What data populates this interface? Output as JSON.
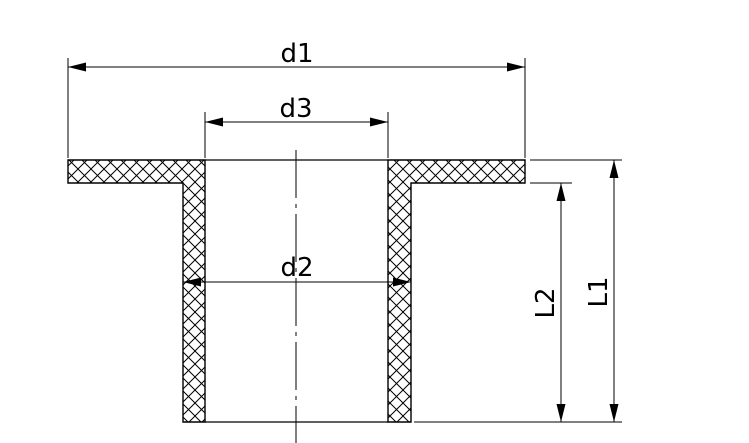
{
  "labels": {
    "d1": "d1",
    "d3": "d3",
    "d2": "d2",
    "l2": "L2",
    "l1": "L1"
  },
  "colors": {
    "line": "#000000",
    "background": "#ffffff"
  }
}
